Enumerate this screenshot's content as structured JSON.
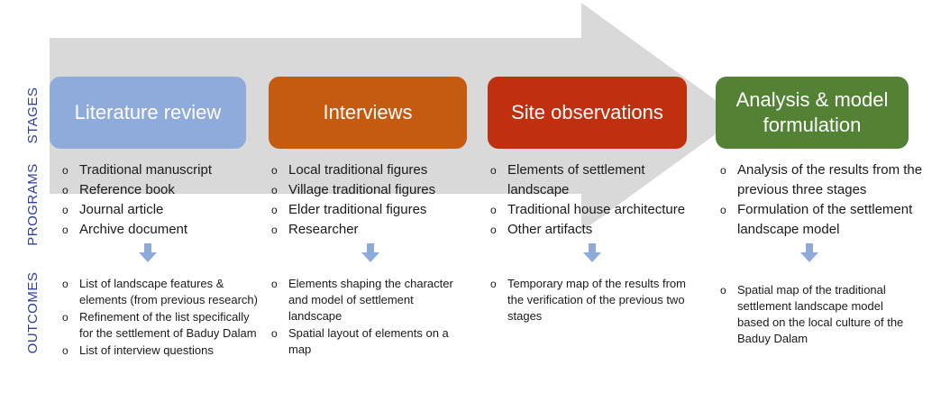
{
  "rows": {
    "stages": "STAGES",
    "programs": "PROGRAMS",
    "outcomes": "OUTCOMES"
  },
  "colors": {
    "arrow": "#d9d9d9",
    "row_label": "#2e3f9e",
    "down_arrow": "#8eaadb"
  },
  "stages": [
    {
      "title": "Literature review",
      "color": "#8fabdc",
      "programs": [
        "Traditional manuscript",
        "Reference book",
        "Journal article",
        "Archive document"
      ],
      "outcomes": [
        "List of landscape features & elements (from previous research)",
        "Refinement of the list specifically for the settlement of Baduy Dalam",
        "List of interview questions"
      ]
    },
    {
      "title": "Interviews",
      "color": "#c55a11",
      "programs": [
        "Local traditional figures",
        "Village traditional figures",
        "Elder traditional figures",
        "Researcher"
      ],
      "outcomes": [
        "Elements shaping the character and model of settlement landscape",
        "Spatial layout of elements on a map"
      ]
    },
    {
      "title": "Site observations",
      "color": "#c0300f",
      "programs": [
        "Elements of settlement landscape",
        "Traditional house architecture",
        "Other artifacts"
      ],
      "outcomes": [
        "Temporary map of the results from the verification of the previous two stages"
      ]
    },
    {
      "title": "Analysis & model\nformulation",
      "color": "#548235",
      "programs": [
        "Analysis of the results from the previous three stages",
        "Formulation of the settlement landscape model"
      ],
      "outcomes": [
        "Spatial map of the traditional settlement landscape model based on the local culture of the Baduy Dalam"
      ]
    }
  ]
}
